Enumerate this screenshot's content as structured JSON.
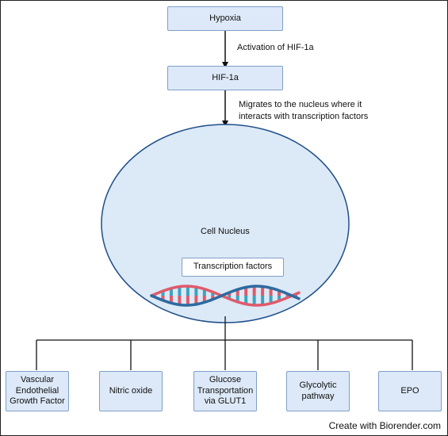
{
  "boxes": {
    "hypoxia": "Hypoxia",
    "hif": "HIF-1a",
    "transcription_factors": "Transcription factors"
  },
  "labels": {
    "activation": "Activation of HIF-1a",
    "migrates_line1": "Migrates to the nucleus where it",
    "migrates_line2": "interacts with transcription factors",
    "nucleus": "Cell Nucleus"
  },
  "outcomes": [
    {
      "line1": "Vascular",
      "line2": "Endothelial",
      "line3": "Growth Factor"
    },
    {
      "line1": "Nitric oxide"
    },
    {
      "line1": "Glucose",
      "line2": "Transportation",
      "line3": "via GLUT1"
    },
    {
      "line1": "Glycolytic",
      "line2": "pathway"
    },
    {
      "line1": "EPO"
    }
  ],
  "credit": "Create with Biorender.com",
  "colors": {
    "box_fill": "#dde9f8",
    "box_border": "#7e9fc9",
    "nucleus_fill": "#dce9f6",
    "nucleus_border": "#1f4f8a",
    "dna_red": "#e05a6a",
    "dna_blue": "#2d6aa0",
    "dna_teal": "#3ba3c0"
  },
  "icons": [
    "arrow-down-icon",
    "dna-icon"
  ]
}
